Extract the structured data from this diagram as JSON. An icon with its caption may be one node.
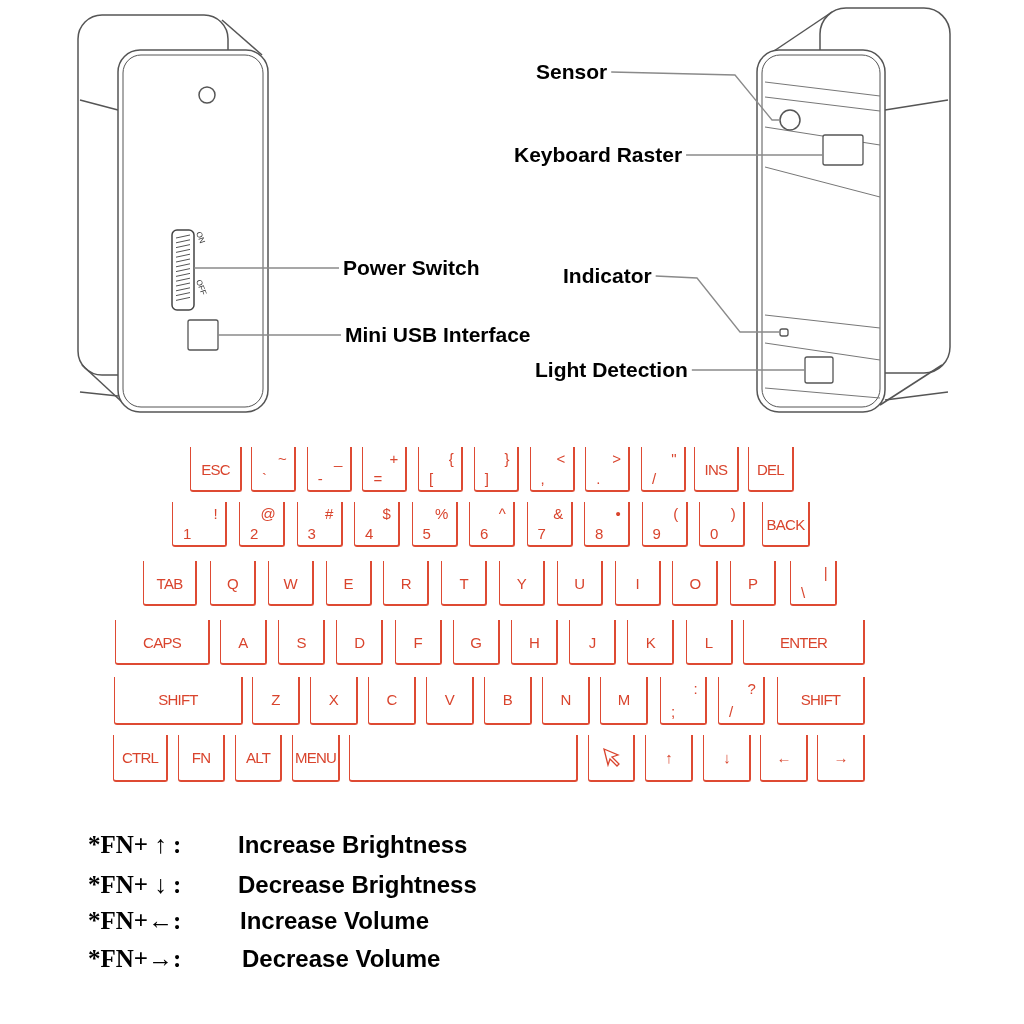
{
  "diagram": {
    "nodes": [
      {
        "text": [
          "Power Switch"
        ]
      },
      {
        "text": [],
        "shape": "box"
      },
      {
        "text": [
          "Mini USB Interface"
        ]
      },
      {
        "text": [],
        "shape": "box"
      },
      {
        "text": [
          "Sensor"
        ]
      },
      {
        "text": [],
        "shape": "circle"
      },
      {
        "text": [
          "Keyboard Raster"
        ]
      },
      {
        "text": [],
        "shape": "box"
      },
      {
        "text": [
          "Indicator"
        ]
      },
      {
        "text": [],
        "shape": "box"
      },
      {
        "text": [
          "Light Detection"
        ]
      },
      {
        "text": [],
        "shape": "box"
      },
      {
        "text": [
          "ESC"
        ]
      },
      {
        "text": [
          "~",
          "`"
        ]
      },
      {
        "text": [
          "_",
          "-"
        ]
      },
      {
        "text": [
          "+",
          "="
        ]
      },
      {
        "text": [
          "{",
          "["
        ]
      },
      {
        "text": [
          "}",
          "]"
        ]
      },
      {
        "text": [
          "<",
          ","
        ]
      },
      {
        "text": [
          ">",
          "."
        ]
      },
      {
        "text": [
          "\"",
          "/"
        ]
      },
      {
        "text": [
          "INS"
        ]
      },
      {
        "text": [
          "DEL"
        ]
      },
      {
        "text": [
          "!",
          "1"
        ]
      },
      {
        "text": [
          "@",
          "2"
        ]
      },
      {
        "text": [
          "#",
          "3"
        ]
      },
      {
        "text": [
          "$",
          "4"
        ]
      },
      {
        "text": [
          "%",
          "5"
        ]
      },
      {
        "text": [
          "^",
          "6"
        ]
      },
      {
        "text": [
          "&",
          "7"
        ]
      },
      {
        "text": [
          "•",
          "8"
        ]
      },
      {
        "text": [
          "(",
          "9"
        ]
      },
      {
        "text": [
          ")",
          "0"
        ]
      },
      {
        "text": [
          "BACK"
        ]
      },
      {
        "text": [
          "TAB"
        ]
      },
      {
        "text": [
          "Q"
        ]
      },
      {
        "text": [
          "W"
        ]
      },
      {
        "text": [
          "E"
        ]
      },
      {
        "text": [
          "R"
        ]
      },
      {
        "text": [
          "T"
        ]
      },
      {
        "text": [
          "Y"
        ]
      },
      {
        "text": [
          "U"
        ]
      },
      {
        "text": [
          "I"
        ]
      },
      {
        "text": [
          "O"
        ]
      },
      {
        "text": [
          "P"
        ]
      },
      {
        "text": [
          "|",
          "\\"
        ]
      },
      {
        "text": [
          "CAPS"
        ]
      },
      {
        "text": [
          "A"
        ]
      },
      {
        "text": [
          "S"
        ]
      },
      {
        "text": [
          "D"
        ]
      },
      {
        "text": [
          "F"
        ]
      },
      {
        "text": [
          "G"
        ]
      },
      {
        "text": [
          "H"
        ]
      },
      {
        "text": [
          "J"
        ]
      },
      {
        "text": [
          "K"
        ]
      },
      {
        "text": [
          "L"
        ]
      },
      {
        "text": [
          "ENTER"
        ]
      },
      {
        "text": [
          "SHIFT"
        ]
      },
      {
        "text": [
          "Z"
        ]
      },
      {
        "text": [
          "X"
        ]
      },
      {
        "text": [
          "C"
        ]
      },
      {
        "text": [
          "V"
        ]
      },
      {
        "text": [
          "B"
        ]
      },
      {
        "text": [
          "N"
        ]
      },
      {
        "text": [
          "M"
        ]
      },
      {
        "text": [
          ":",
          ";"
        ]
      },
      {
        "text": [
          "?",
          "/"
        ]
      },
      {
        "text": [
          "SHIFT"
        ]
      },
      {
        "text": [
          "CTRL"
        ]
      },
      {
        "text": [
          "FN"
        ]
      },
      {
        "text": [
          "ALT"
        ]
      },
      {
        "text": [
          "MENU"
        ]
      },
      {
        "text": [],
        "shape": "box"
      },
      {
        "text": [],
        "shape": "box"
      },
      {
        "text": [
          "↑"
        ]
      },
      {
        "text": [
          "↓"
        ]
      },
      {
        "text": [
          "←"
        ]
      },
      {
        "text": [
          "→"
        ]
      }
    ],
    "edges": [
      {
        "from": 0,
        "to": 1,
        "arrow": "none"
      },
      {
        "from": 2,
        "to": 3,
        "arrow": "none"
      },
      {
        "from": 4,
        "to": 5,
        "arrow": "none"
      },
      {
        "from": 6,
        "to": 7,
        "arrow": "none"
      },
      {
        "from": 8,
        "to": 9,
        "arrow": "none"
      },
      {
        "from": 10,
        "to": 11,
        "arrow": "none"
      }
    ],
    "labels": [
      "ON",
      "OFF",
      "*FN+ ↑ :",
      "Increase Brightness",
      "*FN+ ↓ :",
      "Decrease Brightness",
      "*FN+←:",
      "Increase Volume",
      "*FN+→:",
      "Decrease Volume"
    ]
  }
}
